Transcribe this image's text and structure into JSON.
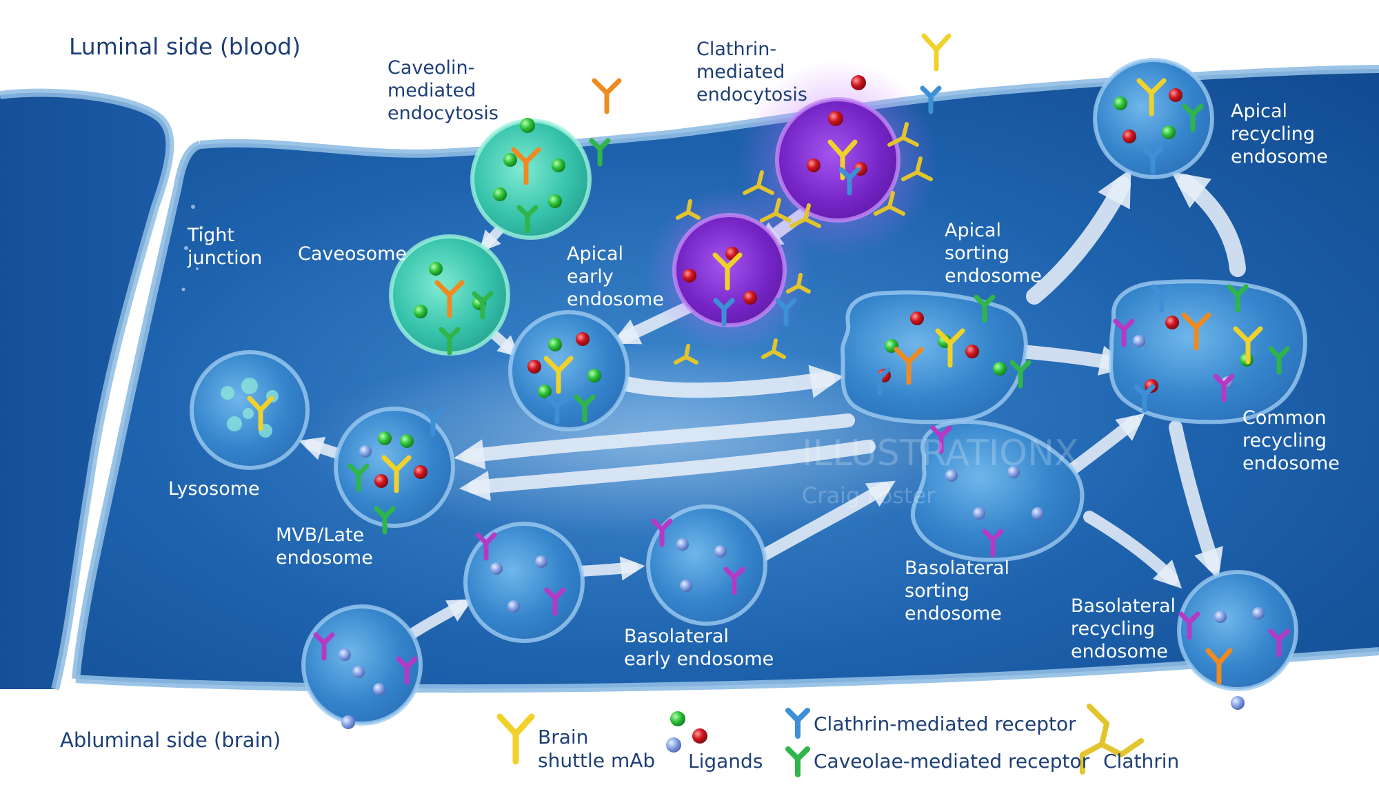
{
  "sides": {
    "luminal": "Luminal side (blood)",
    "abluminal": "Abluminal side (brain)"
  },
  "labels": {
    "caveolin_endocytosis": "Caveolin-\nmediated\nendocytosis",
    "clathrin_endocytosis": "Clathrin-\nmediated\nendocytosis",
    "tight_junction": "Tight\njunction",
    "caveosome": "Caveosome",
    "apical_early_endosome": "Apical\nearly\nendosome",
    "apical_sorting_endosome": "Apical\nsorting\nendosome",
    "apical_recycling_endosome": "Apical\nrecycling\nendosome",
    "lysosome": "Lysosome",
    "mvb_late_endosome": "MVB/Late\nendosome",
    "common_recycling_endosome": "Common\nrecycling\nendosome",
    "basolateral_early_endosome": "Basolateral\nearly endosome",
    "basolateral_sorting_endosome": "Basolateral\nsorting\nendosome",
    "basolateral_recycling_endosome": "Basolateral\nrecycling\nendosome"
  },
  "legend": {
    "brain_shuttle": "Brain\nshuttle mAb",
    "ligands": "Ligands",
    "clathrin_receptor": "Clathrin-mediated receptor",
    "caveolae_receptor": "Caveolae-mediated receptor",
    "clathrin": "Clathrin"
  },
  "watermark": {
    "brand": "ILLUSTRATIONX",
    "artist": "Craig Foster"
  },
  "colors": {
    "cytoplasm": "#1a5aa6",
    "membrane": "#8fbde3",
    "caveolin_vesicle": "#3cc9b0",
    "clathrin_vesicle": "#7a2ac8",
    "clathrin": "#e2c52c",
    "clathrin_receptor": "#3d8fd6",
    "caveolae_receptor": "#2fb54a",
    "basolateral_receptor": "#b43ac6",
    "ligand_green": "#2fc43a",
    "ligand_red": "#d0141e",
    "ligand_blue": "#8aa6e6",
    "antibody_yellow": "#f0d22a",
    "antibody_orange": "#f08a20",
    "text_dark": "#1d3f76"
  }
}
